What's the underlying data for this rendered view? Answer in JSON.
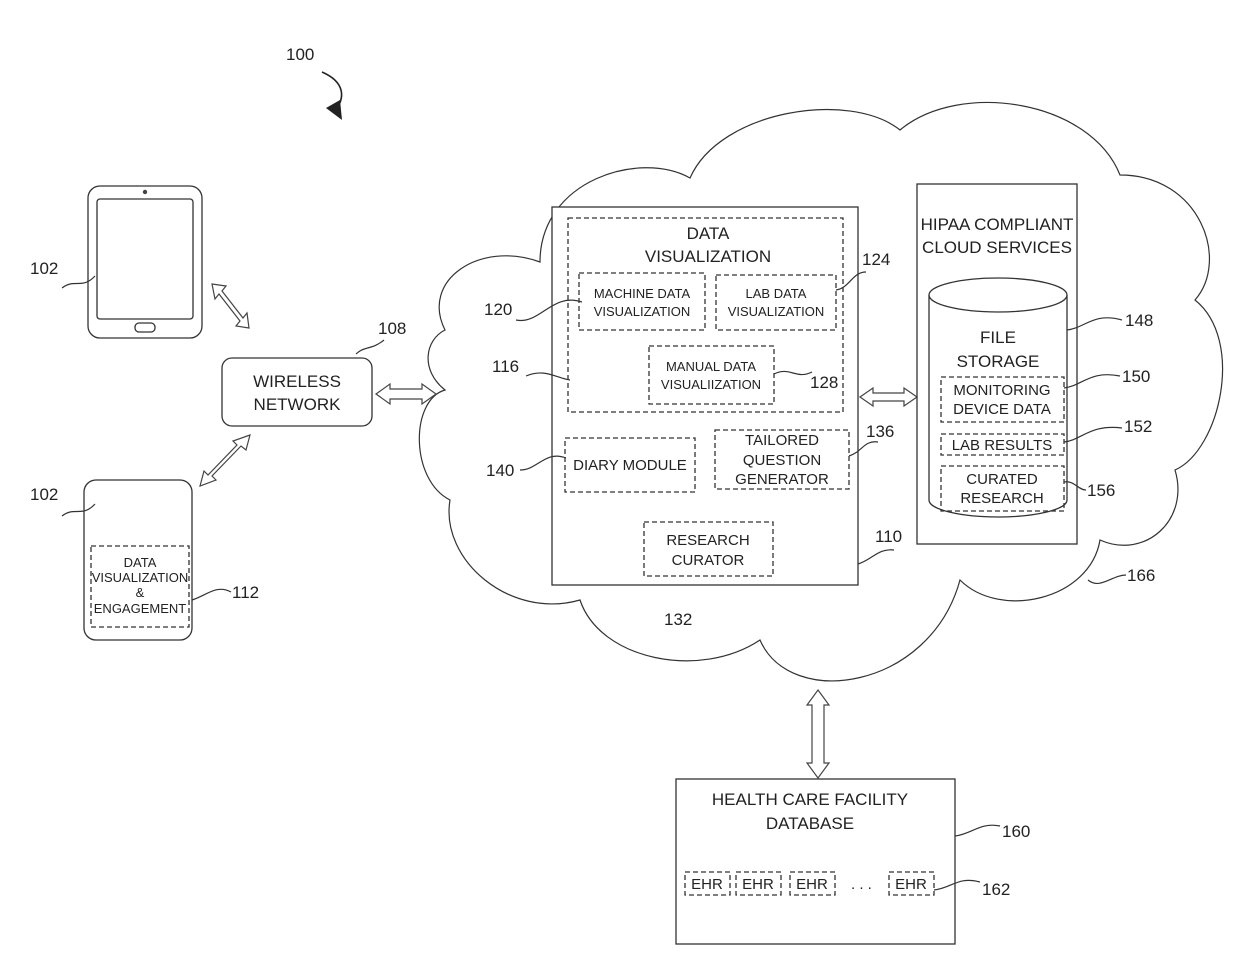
{
  "figure": {
    "number": "100"
  },
  "devices": {
    "tablet": {
      "ref": "102"
    },
    "phone": {
      "ref": "102",
      "module_lines": [
        "DATA",
        "VISUALIZATION",
        "&",
        "ENGAGEMENT"
      ],
      "module_ref": "112"
    }
  },
  "wireless": {
    "lines": [
      "WIRELESS",
      "NETWORK"
    ],
    "ref": "108"
  },
  "cloud": {
    "ref": "166"
  },
  "server": {
    "ref": "110",
    "data_viz": {
      "lines": [
        "DATA",
        "VISUALIZATION"
      ],
      "ref": "116"
    },
    "machine_viz": {
      "lines": [
        "MACHINE DATA",
        "VISUALIZATION"
      ],
      "ref": "120"
    },
    "lab_viz": {
      "lines": [
        "LAB DATA",
        "VISUALIZATION"
      ],
      "ref": "124"
    },
    "manual_viz": {
      "lines": [
        "MANUAL DATA",
        "VISUALIIZATION"
      ],
      "ref": "128"
    },
    "diary": {
      "label": "DIARY MODULE",
      "ref": "140"
    },
    "question": {
      "lines": [
        "TAILORED",
        "QUESTION",
        "GENERATOR"
      ],
      "ref": "136"
    },
    "curator": {
      "lines": [
        "RESEARCH",
        "CURATOR"
      ],
      "ref": "132"
    }
  },
  "hipaa": {
    "lines": [
      "HIPAA COMPLIANT",
      "CLOUD SERVICES"
    ],
    "storage": {
      "lines": [
        "FILE",
        "STORAGE"
      ],
      "ref": "148"
    },
    "monitoring": {
      "lines": [
        "MONITORING",
        "DEVICE DATA"
      ],
      "ref": "150"
    },
    "lab_results": {
      "label": "LAB RESULTS",
      "ref": "152"
    },
    "curated": {
      "lines": [
        "CURATED",
        "RESEARCH"
      ],
      "ref": "156"
    }
  },
  "facility": {
    "lines": [
      "HEALTH CARE FACILITY",
      "DATABASE"
    ],
    "ref": "160",
    "records": [
      "EHR",
      "EHR",
      "EHR",
      "EHR"
    ],
    "ellipsis": ". . .",
    "records_ref": "162"
  }
}
